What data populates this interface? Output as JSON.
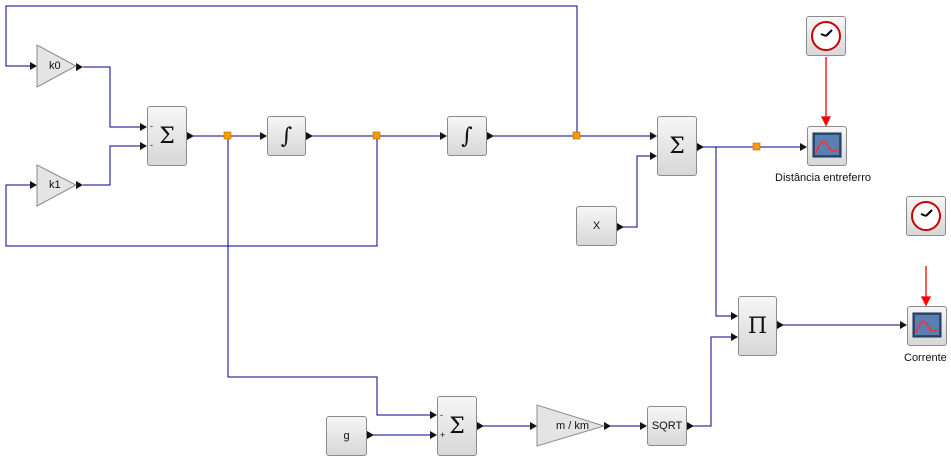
{
  "blocks": {
    "gain_k0": "k0",
    "gain_k1": "k1",
    "gain_mkm": "m / km",
    "const_x": "X",
    "const_g": "g",
    "sqrt": "SQRT",
    "sum_symbol": "Σ",
    "product_symbol": "Π",
    "integral_symbol": "∫"
  },
  "signs": {
    "minus": "-",
    "plus": "+"
  },
  "scopes": {
    "scope1_caption": "Distância entreferro",
    "scope2_caption": "Corrente"
  },
  "colors": {
    "wire": "#00008b",
    "clock_wire": "#ff0000",
    "split": "#ff9900"
  }
}
